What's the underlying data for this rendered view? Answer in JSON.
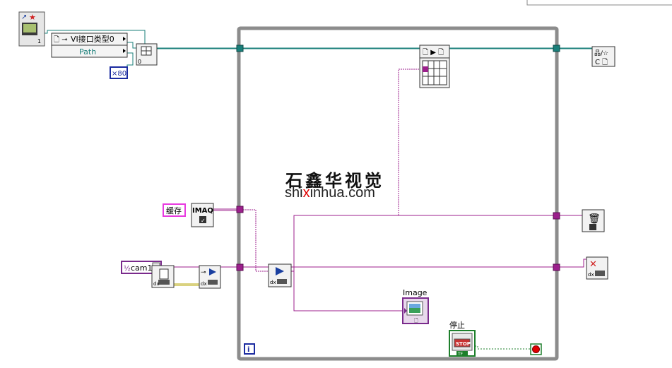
{
  "bundle_node": {
    "row1_label": "VI接口类型0",
    "row2_label": "Path"
  },
  "numeric_const": "×80",
  "buffer_const": "缓存",
  "imaq_label": "IMAQ",
  "camera_const": "cam1",
  "image_indicator_label": "Image",
  "stop_label": "停止",
  "stop_button_text": "STOP",
  "stop_tf": "TF",
  "loop_iteration": "i",
  "watermark": {
    "cn": "石鑫华视觉",
    "en_pre": "shi",
    "en_x": "x",
    "en_post": "inhua.com"
  },
  "colors": {
    "ref_wire": "#9c1f8c",
    "path_wire": "#1a7f7a",
    "bool_wire": "#1d7f2b",
    "loop_frame": "#8c8c8c"
  }
}
